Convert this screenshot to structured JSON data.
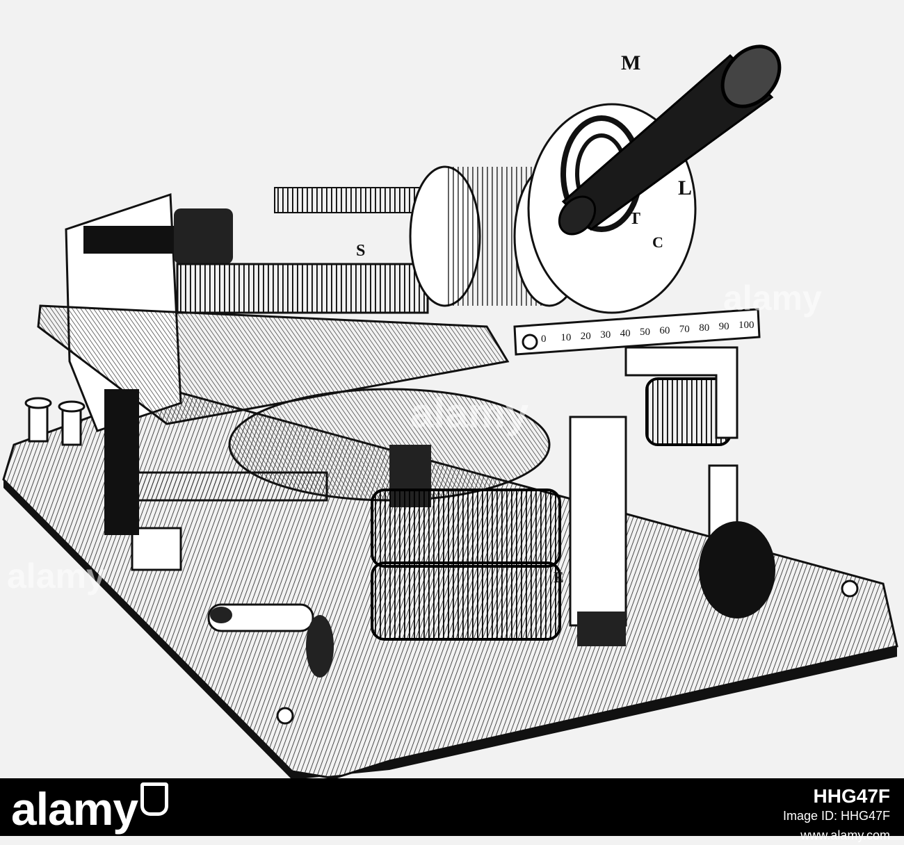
{
  "figure": {
    "labels": {
      "m": "M",
      "l": "L",
      "c": "C",
      "t": "T",
      "s": "S",
      "e": "E"
    },
    "scale_ticks": [
      "0",
      "10",
      "20",
      "30",
      "40",
      "50",
      "60",
      "70",
      "80",
      "90",
      "100"
    ],
    "colors": {
      "ink": "#111111",
      "paper": "#f2f2f2"
    }
  },
  "watermark": {
    "text": "alamy"
  },
  "footer": {
    "brand": "alamy",
    "image_id_label": "Image ID: HHG47F",
    "site": "www.alamy.com",
    "code": "HHG47F"
  }
}
